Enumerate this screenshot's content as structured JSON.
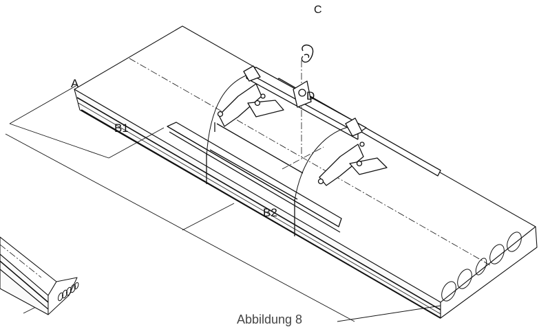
{
  "labels": {
    "a": "A",
    "b1": "B1",
    "b2": "B2",
    "c": "C",
    "d": "D"
  },
  "caption": "Abbildung 8"
}
